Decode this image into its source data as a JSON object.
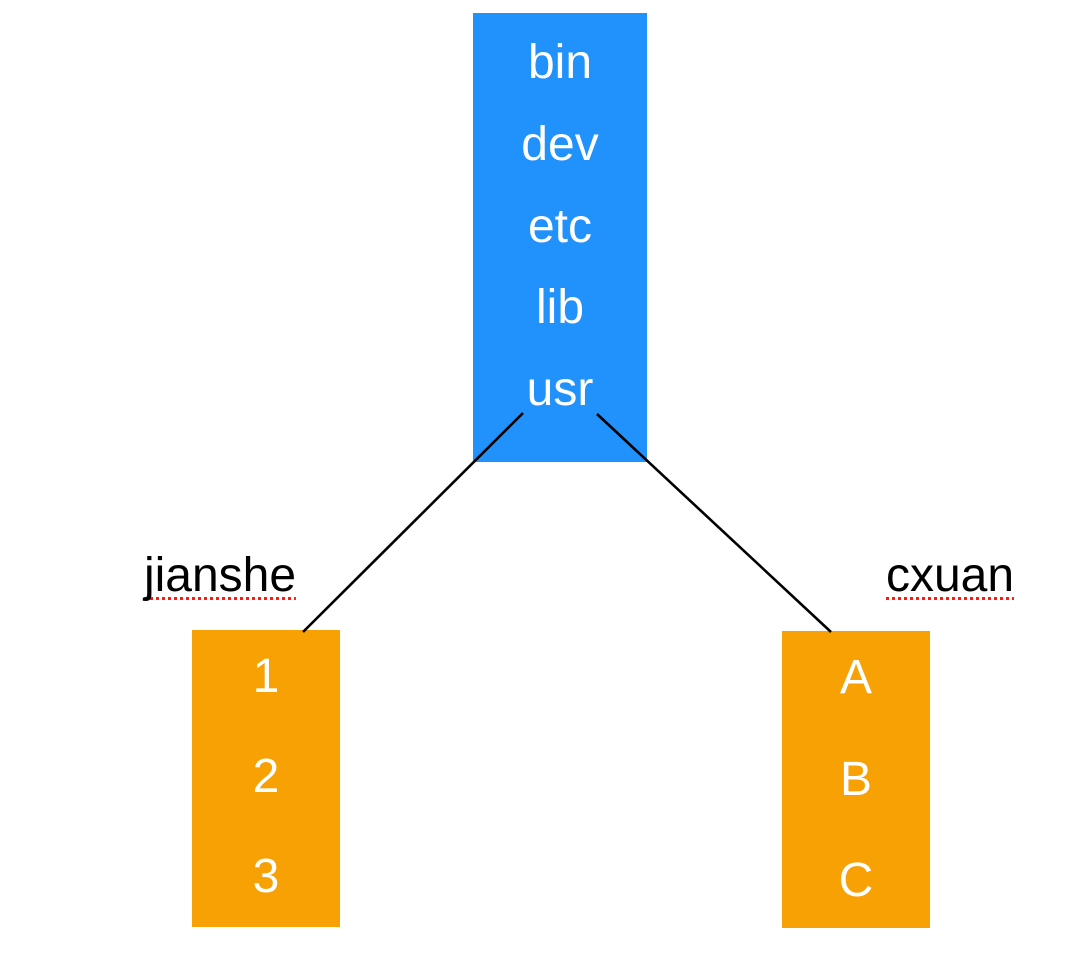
{
  "diagram": {
    "root": {
      "items": [
        "bin",
        "dev",
        "etc",
        "lib",
        "usr"
      ]
    },
    "left": {
      "label": "jianshe",
      "items": [
        "1",
        "2",
        "3"
      ]
    },
    "right": {
      "label": "cxuan",
      "items": [
        "A",
        "B",
        "C"
      ]
    },
    "colors": {
      "root_box": "#2191fb",
      "child_box": "#f7a104",
      "box_text": "#ffffff",
      "label_text": "#000000",
      "underline": "#ff1a0e",
      "connector": "#000000",
      "background": "#ffffff"
    }
  }
}
